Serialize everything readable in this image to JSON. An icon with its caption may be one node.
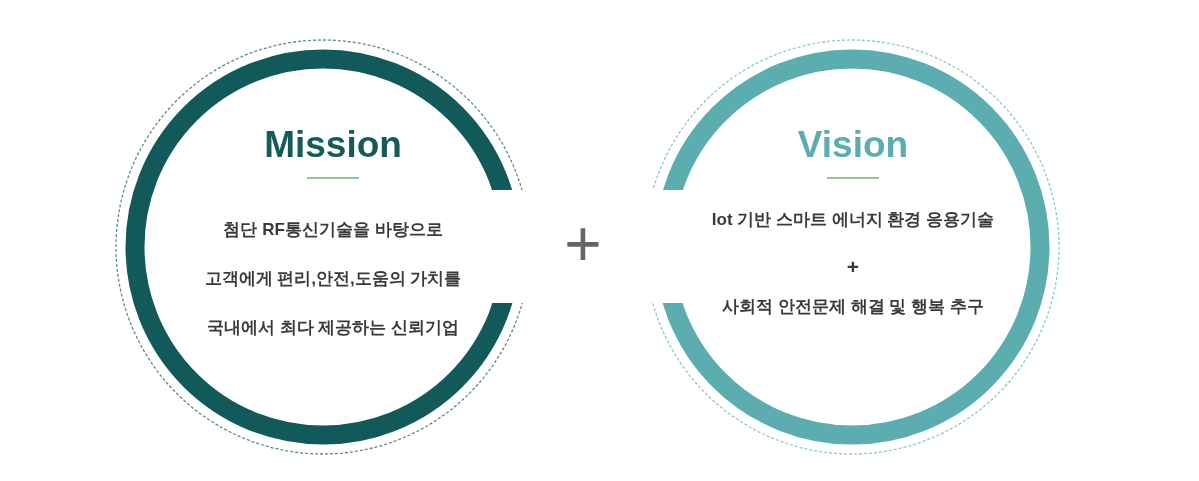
{
  "diagram": {
    "nodes": [
      {
        "text": [
          "Mission",
          "첨단 RF통신기술을 바탕으로 고객에게 편리,안전,도움의 가치를 국내에서 최다 제공하는 신뢰기업"
        ]
      },
      {
        "text": [
          "Vision",
          "Iot 기반 스마트 에너지 환경 응용기술",
          "+",
          "사회적 안전문제 해결 및 행복 추구"
        ]
      }
    ],
    "labels": [
      "+"
    ]
  }
}
